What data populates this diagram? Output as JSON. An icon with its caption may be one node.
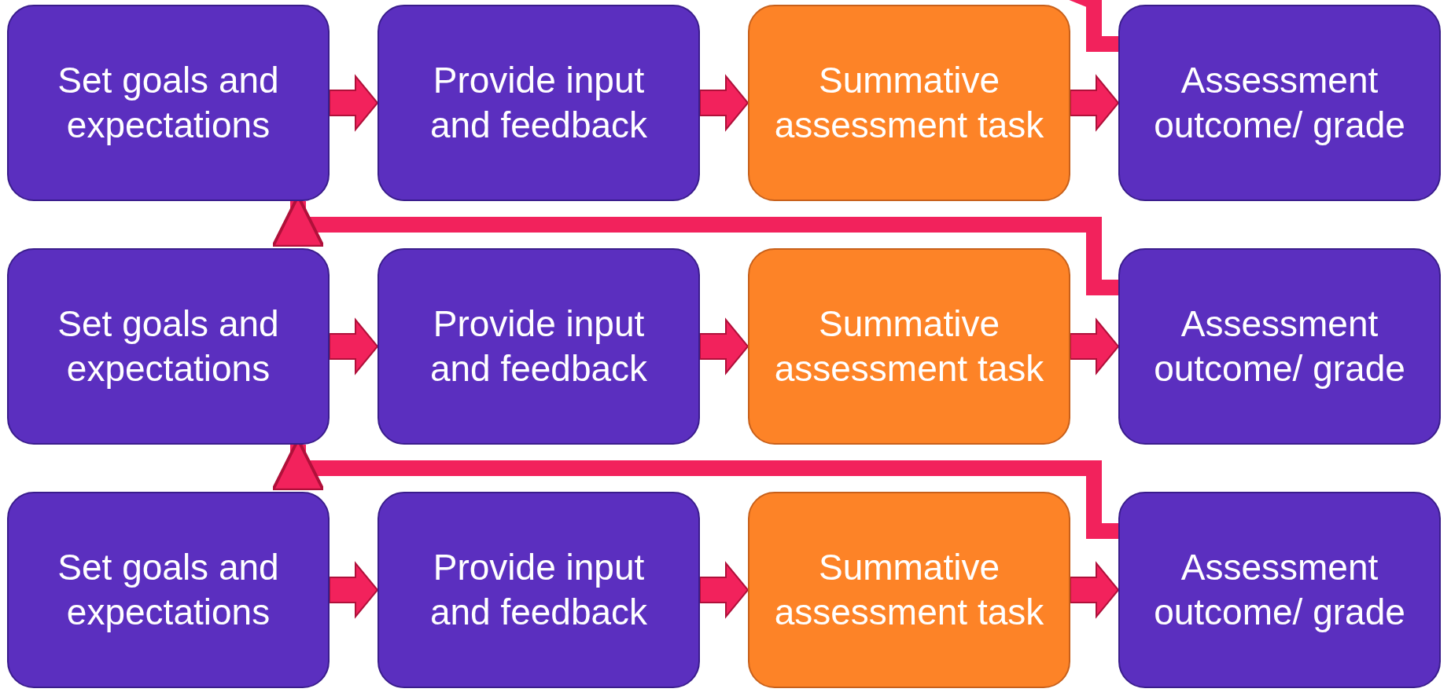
{
  "diagram": {
    "nodes": [
      {
        "text": [
          "Set goals and expectations"
        ]
      },
      {
        "text": [
          "Provide input and feedback"
        ]
      },
      {
        "text": [
          "Summative assessment task"
        ]
      },
      {
        "text": [
          "Assessment outcome/ grade"
        ]
      },
      {
        "text": [
          "Set goals and expectations"
        ]
      },
      {
        "text": [
          "Provide input and feedback"
        ]
      },
      {
        "text": [
          "Summative assessment task"
        ]
      },
      {
        "text": [
          "Assessment outcome/ grade"
        ]
      },
      {
        "text": [
          "Set goals and expectations"
        ]
      },
      {
        "text": [
          "Provide input and feedback"
        ]
      },
      {
        "text": [
          "Summative assessment task"
        ]
      },
      {
        "text": [
          "Assessment outcome/ grade"
        ]
      }
    ],
    "edges": [
      {
        "from": 0,
        "to": 1,
        "arrow": "to"
      },
      {
        "from": 1,
        "to": 2,
        "arrow": "to"
      },
      {
        "from": 2,
        "to": 3,
        "arrow": "to"
      },
      {
        "from": 4,
        "to": 5,
        "arrow": "to"
      },
      {
        "from": 5,
        "to": 6,
        "arrow": "to"
      },
      {
        "from": 6,
        "to": 7,
        "arrow": "to"
      },
      {
        "from": 8,
        "to": 9,
        "arrow": "to"
      },
      {
        "from": 9,
        "to": 10,
        "arrow": "to"
      },
      {
        "from": 10,
        "to": 11,
        "arrow": "to"
      },
      {
        "from": 3,
        "to": null,
        "arrow": "to"
      },
      {
        "from": 7,
        "to": 0,
        "arrow": "to"
      },
      {
        "from": 11,
        "to": 4,
        "arrow": "to"
      }
    ]
  }
}
